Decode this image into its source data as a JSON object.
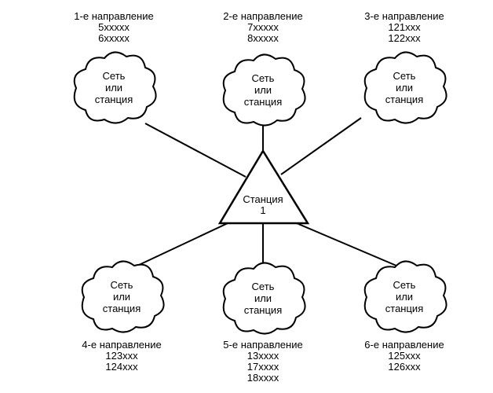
{
  "center": {
    "line1": "Станция",
    "line2": "1"
  },
  "cloud_text": {
    "line1": "Сеть",
    "line2": "или",
    "line3": "станция"
  },
  "directions": [
    {
      "title": "1-е направление",
      "codes": [
        "5xxxxx",
        "6xxxxx"
      ]
    },
    {
      "title": "2-е направление",
      "codes": [
        "7xxxxx",
        "8xxxxx"
      ]
    },
    {
      "title": "3-е направление",
      "codes": [
        "121xxx",
        "122xxx"
      ]
    },
    {
      "title": "4-е направление",
      "codes": [
        "123xxx",
        "124xxx"
      ]
    },
    {
      "title": "5-е направление",
      "codes": [
        "13xxxx",
        "17xxxx",
        "18xxxx"
      ]
    },
    {
      "title": "6-е направление",
      "codes": [
        "125xxx",
        "126xxx"
      ]
    }
  ]
}
